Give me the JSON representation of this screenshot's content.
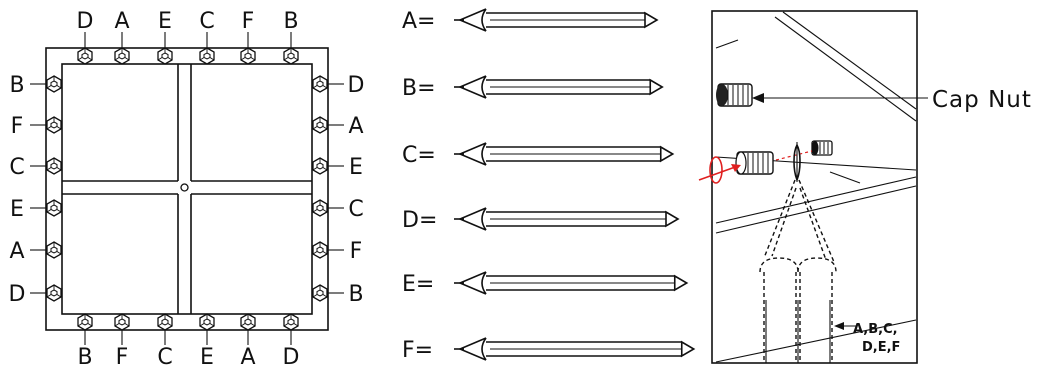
{
  "grid": {
    "top": [
      "D",
      "A",
      "E",
      "C",
      "F",
      "B"
    ],
    "bottom": [
      "B",
      "F",
      "C",
      "E",
      "A",
      "D"
    ],
    "left": [
      "B",
      "F",
      "C",
      "E",
      "A",
      "D"
    ],
    "right": [
      "D",
      "A",
      "E",
      "C",
      "F",
      "B"
    ]
  },
  "stakes": [
    {
      "label": "A=",
      "length": 1.0
    },
    {
      "label": "B=",
      "length": 1.03
    },
    {
      "label": "C=",
      "length": 1.09
    },
    {
      "label": "D=",
      "length": 1.12
    },
    {
      "label": "E=",
      "length": 1.17
    },
    {
      "label": "F=",
      "length": 1.21
    }
  ],
  "detail": {
    "cap_nut_label": "Cap Nut",
    "ring_label_line1": "A,B,C,",
    "ring_label_line2": "D,E,F"
  }
}
